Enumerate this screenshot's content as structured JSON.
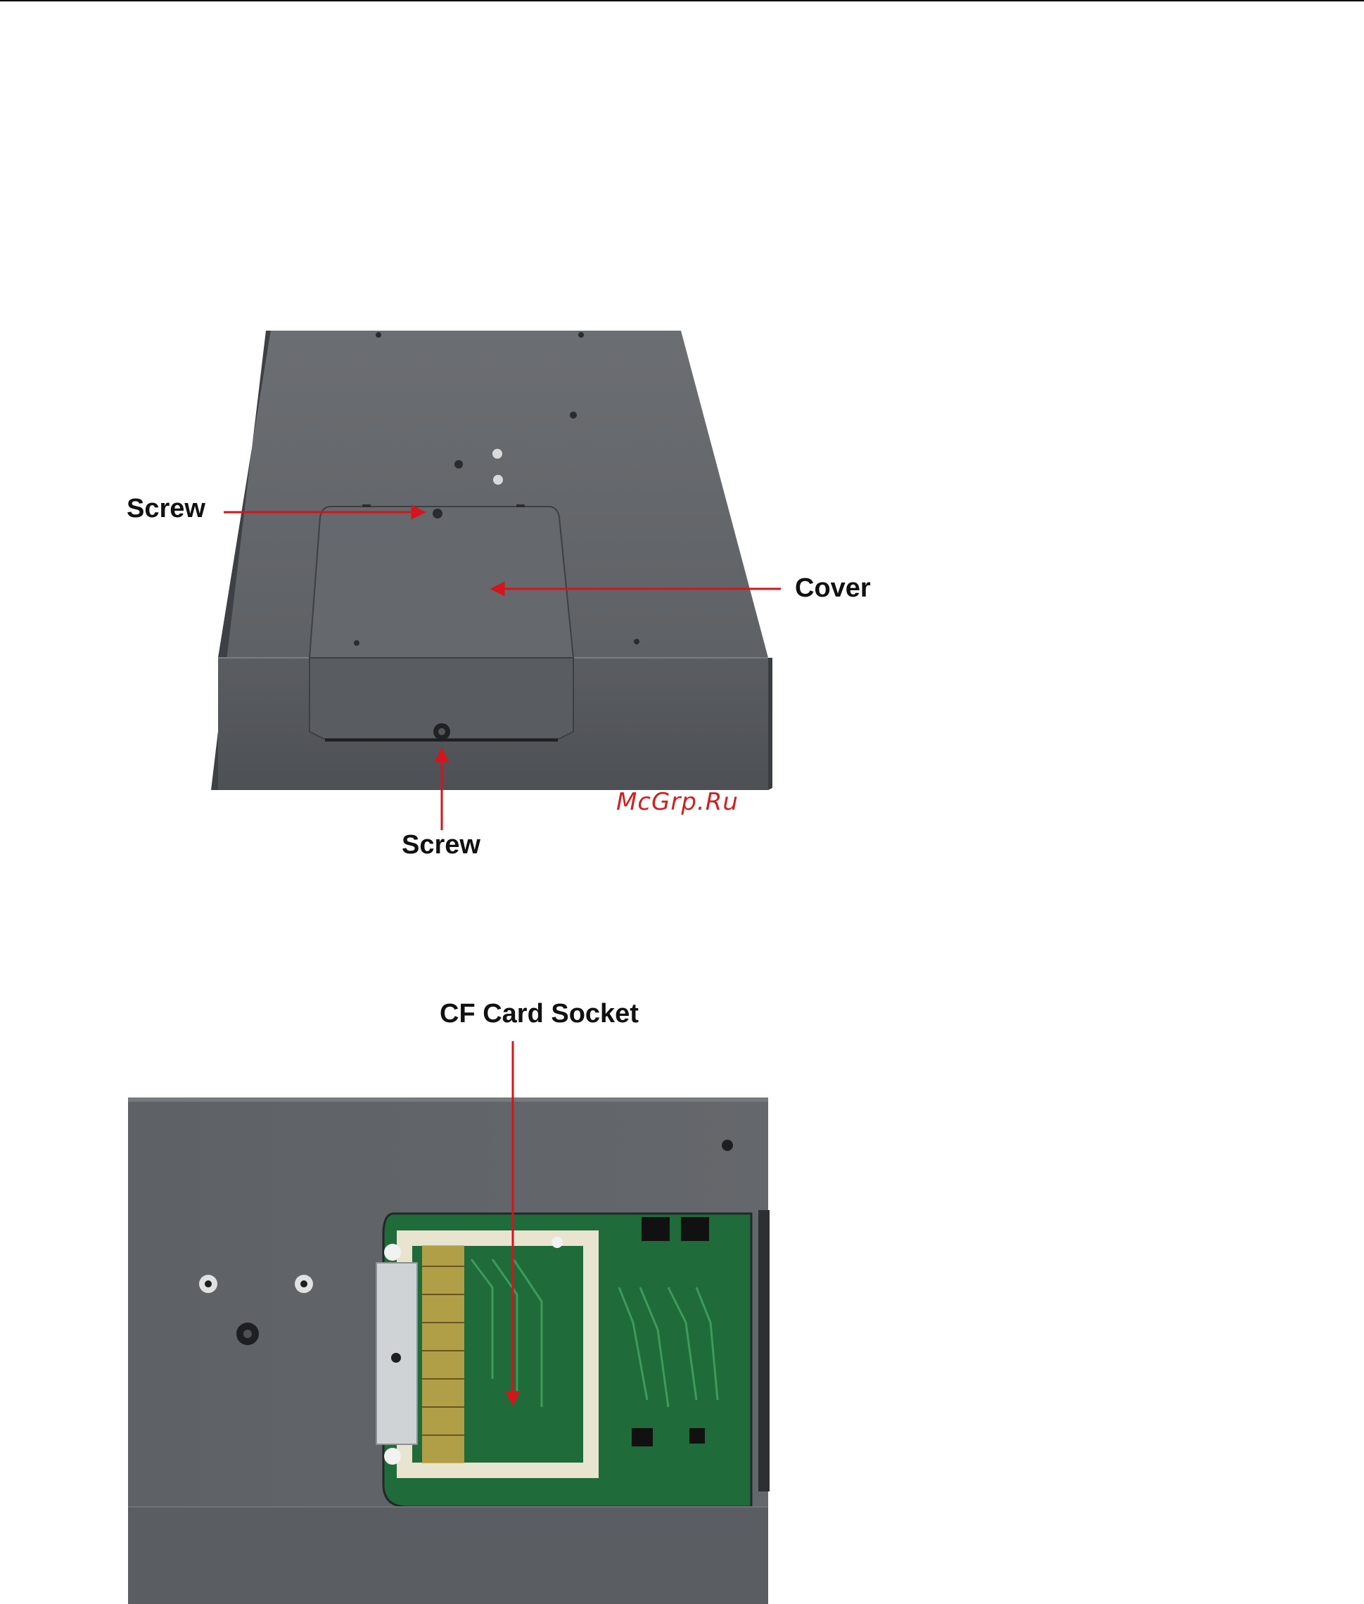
{
  "figure1": {
    "labels": {
      "screw_top": "Screw",
      "cover": "Cover",
      "screw_bottom": "Screw"
    }
  },
  "figure2": {
    "labels": {
      "cf_socket": "CF Card Socket"
    }
  },
  "watermark": "McGrp.Ru",
  "colors": {
    "arrow": "#d6141b",
    "enclosure": "#5f6266",
    "pcb": "#1f6b3a"
  }
}
